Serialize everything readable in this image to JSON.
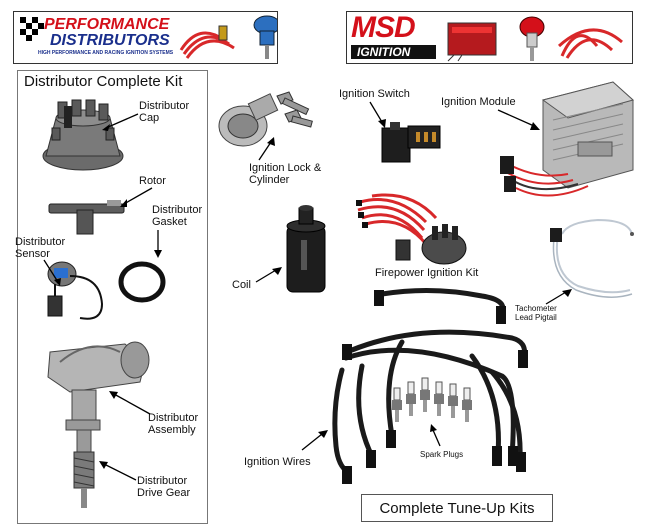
{
  "banners": {
    "left": {
      "brand_line1": "PERFORMANCE",
      "brand_line2": "DISTRIBUTORS",
      "tagline": "HIGH PERFORMANCE AND RACING IGNITION SYSTEMS"
    },
    "right": {
      "brand_top": "MSD",
      "brand_bottom": "IGNITION"
    }
  },
  "kit": {
    "title": "Distributor Complete Kit"
  },
  "labels": {
    "distributor_cap": "Distributor\nCap",
    "rotor": "Rotor",
    "distributor_gasket": "Distributor\nGasket",
    "distributor_sensor": "Distributor\nSensor",
    "distributor_assembly": "Distributor\nAssembly",
    "distributor_drive_gear": "Distributor\nDrive Gear",
    "ignition_lock": "Ignition Lock &\nCylinder",
    "ignition_switch": "Ignition Switch",
    "ignition_module": "Ignition Module",
    "coil": "Coil",
    "firepower_kit": "Firepower Ignition Kit",
    "tachometer": "Tachometer\nLead Pigtail",
    "ignition_wires": "Ignition Wires",
    "spark_plugs": "Spark Plugs"
  },
  "tune_up": {
    "title": "Complete Tune-Up Kits"
  },
  "colors": {
    "brand_red": "#d4101a",
    "brand_blue": "#1a2f8c",
    "wire_red": "#d8282a",
    "dark_metal": "#2a2a2a"
  }
}
